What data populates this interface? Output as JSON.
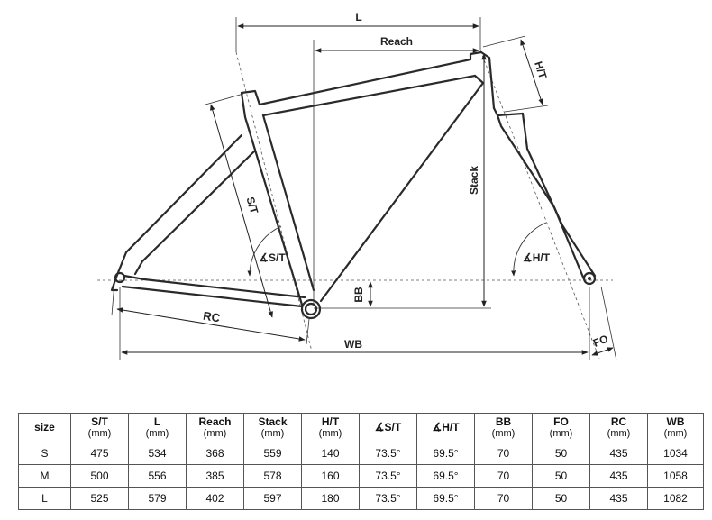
{
  "diagram": {
    "labels": {
      "L": "L",
      "reach": "Reach",
      "ht": "H/T",
      "stack": "Stack",
      "st": "S/T",
      "st_angle": "∡S/T",
      "ht_angle": "∡H/T",
      "bb": "BB",
      "rc": "RC",
      "wb": "WB",
      "fo": "FO"
    }
  },
  "table": {
    "headers": [
      {
        "label": "size",
        "unit": ""
      },
      {
        "label": "S/T",
        "unit": "(mm)"
      },
      {
        "label": "L",
        "unit": "(mm)"
      },
      {
        "label": "Reach",
        "unit": "(mm)"
      },
      {
        "label": "Stack",
        "unit": "(mm)"
      },
      {
        "label": "H/T",
        "unit": "(mm)"
      },
      {
        "label": "∡S/T",
        "unit": ""
      },
      {
        "label": "∡H/T",
        "unit": ""
      },
      {
        "label": "BB",
        "unit": "(mm)"
      },
      {
        "label": "FO",
        "unit": "(mm)"
      },
      {
        "label": "RC",
        "unit": "(mm)"
      },
      {
        "label": "WB",
        "unit": "(mm)"
      }
    ],
    "rows": [
      [
        "S",
        "475",
        "534",
        "368",
        "559",
        "140",
        "73.5°",
        "69.5°",
        "70",
        "50",
        "435",
        "1034"
      ],
      [
        "M",
        "500",
        "556",
        "385",
        "578",
        "160",
        "73.5°",
        "69.5°",
        "70",
        "50",
        "435",
        "1058"
      ],
      [
        "L",
        "525",
        "579",
        "402",
        "597",
        "180",
        "73.5°",
        "69.5°",
        "70",
        "50",
        "435",
        "1082"
      ]
    ]
  }
}
